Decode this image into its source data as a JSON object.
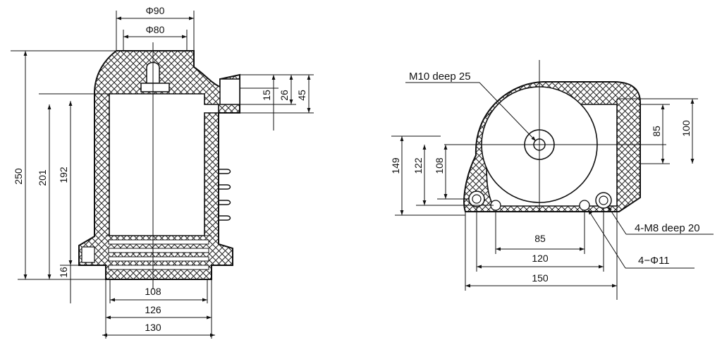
{
  "side_view": {
    "top_diameters": [
      "Φ90",
      "Φ80"
    ],
    "heights": [
      "250",
      "201",
      "192",
      "16"
    ],
    "right_offsets": [
      "15",
      "26",
      "45"
    ],
    "bottom_widths": [
      "108",
      "126",
      "130"
    ]
  },
  "end_view": {
    "callouts": {
      "center_thread": "M10 deep 25",
      "mount_thread": "4-M8 deep 20",
      "mount_holes": "4−Φ11"
    },
    "heights_left": [
      "149",
      "122",
      "108"
    ],
    "heights_right": [
      "85",
      "100"
    ],
    "bottom_widths": [
      "85",
      "120",
      "150"
    ]
  },
  "colors": {
    "line": "#111111",
    "background": "#ffffff"
  }
}
